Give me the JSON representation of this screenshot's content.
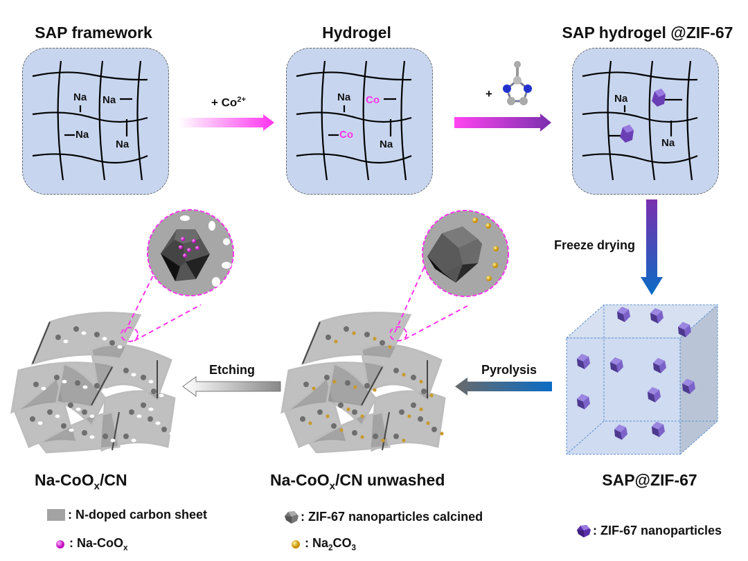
{
  "titles": {
    "sap_framework": "SAP framework",
    "hydrogel": "Hydrogel",
    "sap_hydrogel_zif": "SAP hydrogel @ZIF-67",
    "sap_zif": "SAP@ZIF-67",
    "unwashed": "Na-CoOx/CN unwashed",
    "final": "Na-CoOx/CN"
  },
  "title_parts": {
    "unwashed_main": "Na-CoO",
    "unwashed_sub": "x",
    "unwashed_tail": "/CN unwashed",
    "final_main": "Na-CoO",
    "final_sub": "x",
    "final_tail": "/CN"
  },
  "steps": {
    "add_co_prefix": "+ Co",
    "add_co_sup": "2+",
    "add_ligand_plus": "+",
    "freeze_drying": "Freeze drying",
    "pyrolysis": "Pyrolysis",
    "etching": "Etching"
  },
  "panels": {
    "sap_framework": {
      "labels": [
        "Na",
        "Na",
        "Na",
        "Na"
      ]
    },
    "hydrogel": {
      "labels": [
        "Na",
        "Co",
        "Co",
        "Na"
      ]
    },
    "sap_hydrogel_zif": {
      "labels": [
        "Na",
        "Na"
      ]
    }
  },
  "legend": [
    {
      "icon": "carbon-sheet-icon",
      "text": ": N-doped carbon sheet"
    },
    {
      "icon": "na-coox-sphere-icon",
      "text_main": ": Na-CoO",
      "text_sub": "x"
    },
    {
      "icon": "zif67-calcined-icon",
      "text": ": ZIF-67 nanoparticles calcined"
    },
    {
      "icon": "na2co3-sphere-icon",
      "text_main": ": Na",
      "text_sub1": "2",
      "text_mid": "CO",
      "text_sub2": "3"
    },
    {
      "icon": "zif67-particle-icon",
      "text": ": ZIF-67 nanoparticles"
    }
  ],
  "colors": {
    "panel_fill": "#c7d5ee",
    "co_label": "#ff33ee",
    "zif_purple": "#7b62c8",
    "magenta_dash": "#ff33ee",
    "na2co3_gold": "#e0a800",
    "arrow_blue": "#0a6cc4",
    "arrow_purple": "#7a2fae"
  }
}
